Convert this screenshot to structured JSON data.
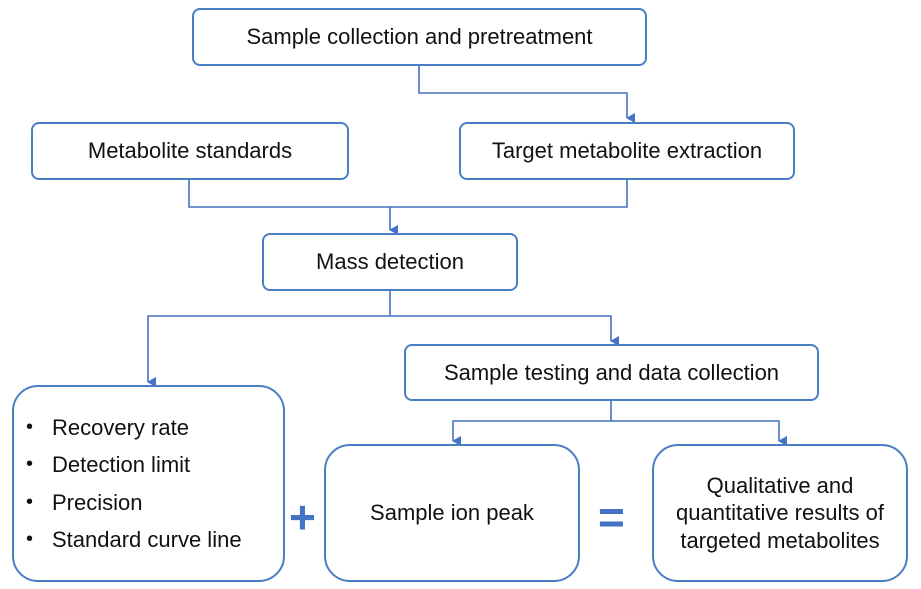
{
  "nodes": {
    "sample_collection": "Sample collection and pretreatment",
    "metabolite_standards": "Metabolite standards",
    "target_extraction": "Target metabolite extraction",
    "mass_detection": "Mass detection",
    "sample_testing": "Sample testing and data collection",
    "sample_ion_peak": "Sample ion peak",
    "results": "Qualitative and quantitative results of targeted metabolites"
  },
  "validation_list": [
    "Recovery rate",
    "Detection limit",
    "Precision",
    "Standard curve line"
  ],
  "operators": {
    "plus": "+",
    "equals": "="
  },
  "colors": {
    "border": "#4a7ec4",
    "connector": "#4472c4",
    "operator": "#4472c4"
  }
}
